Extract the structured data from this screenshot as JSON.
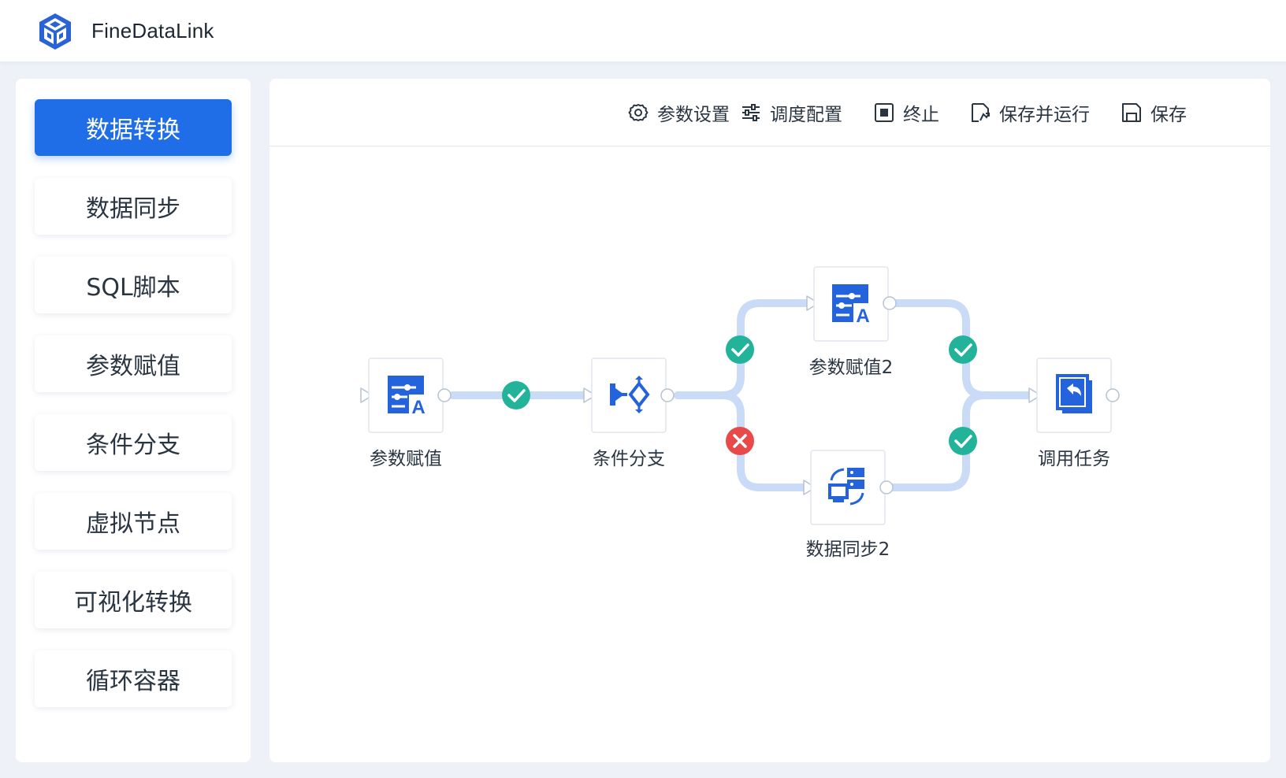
{
  "app": {
    "title": "FineDataLink"
  },
  "sidebar": {
    "items": [
      {
        "label": "数据转换",
        "active": true
      },
      {
        "label": "数据同步"
      },
      {
        "label": "SQL脚本"
      },
      {
        "label": "参数赋值"
      },
      {
        "label": "条件分支"
      },
      {
        "label": "虚拟节点"
      },
      {
        "label": "可视化转换"
      },
      {
        "label": "循环容器"
      }
    ]
  },
  "toolbar": {
    "param_settings": "参数设置",
    "schedule_config": "调度配置",
    "stop": "终止",
    "save_and_run": "保存并运行",
    "save": "保存"
  },
  "flow": {
    "nodes": {
      "param_assign": {
        "label": "参数赋值",
        "icon": "param-assign-icon"
      },
      "condition_branch": {
        "label": "条件分支",
        "icon": "condition-branch-icon"
      },
      "param_assign_2": {
        "label": "参数赋值2",
        "icon": "param-assign-icon"
      },
      "data_sync_2": {
        "label": "数据同步2",
        "icon": "data-sync-icon"
      },
      "call_task": {
        "label": "调用任务",
        "icon": "call-task-icon"
      }
    },
    "status_icons": [
      "success-check-icon",
      "failure-x-icon"
    ]
  },
  "colors": {
    "accent": "#1f6ee8",
    "node_icon": "#2463db",
    "edge": "#c9dbf7",
    "success": "#23b39b",
    "failure": "#e84a4a"
  }
}
